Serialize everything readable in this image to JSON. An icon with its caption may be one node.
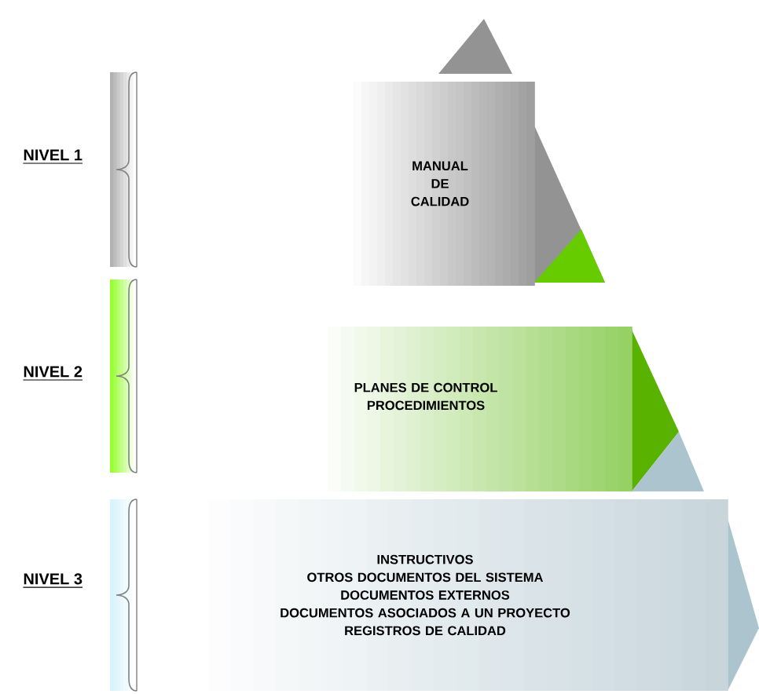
{
  "diagram": {
    "nodes": [
      {
        "text": [
          "MANUAL DE CALIDAD"
        ]
      },
      {
        "text": [
          "PLANES DE CONTROL",
          "PROCEDIMIENTOS"
        ]
      },
      {
        "text": [
          "INSTRUCTIVOS",
          "OTROS DOCUMENTOS DEL SISTEMA",
          "DOCUMENTOS EXTERNOS",
          "DOCUMENTOS ASOCIADOS A UN PROYECTO",
          "REGISTROS DE CALIDAD"
        ]
      }
    ],
    "labels": [
      "NIVEL 1",
      "NIVEL 2",
      "NIVEL 3"
    ]
  }
}
